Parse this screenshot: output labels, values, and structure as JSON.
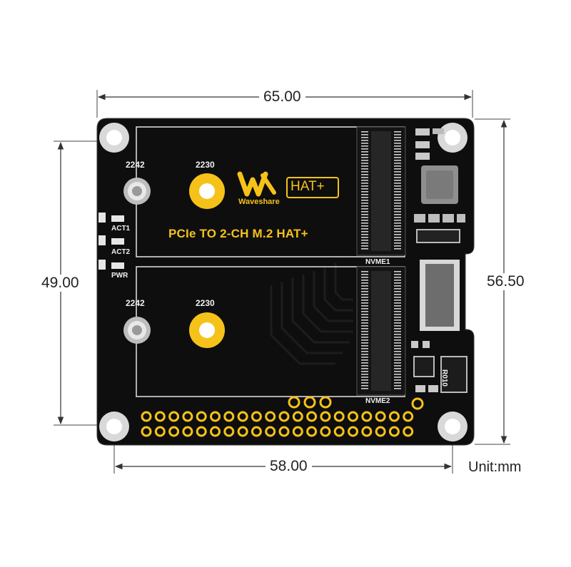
{
  "dimensions": {
    "width_top": "65.00",
    "height_left": "49.00",
    "height_right": "56.50",
    "width_bottom": "58.00",
    "unit": "Unit:mm"
  },
  "board": {
    "title": "PCIe TO 2-CH M.2 HAT+",
    "brand": "Waveshare",
    "badge": "HAT+",
    "label_2242_top": "2242",
    "label_2230_top": "2230",
    "label_2242_bottom": "2242",
    "label_2230_bottom": "2230",
    "led_act1": "ACT1",
    "led_act2": "ACT2",
    "led_pwr": "PWR",
    "nvme1": "NVME1",
    "nvme2": "NVME2",
    "inductor_code": "R010",
    "colors": {
      "pcb": "#0e0e0e",
      "gold": "#f6c21a",
      "silkscreen": "#f2f2f2"
    }
  }
}
